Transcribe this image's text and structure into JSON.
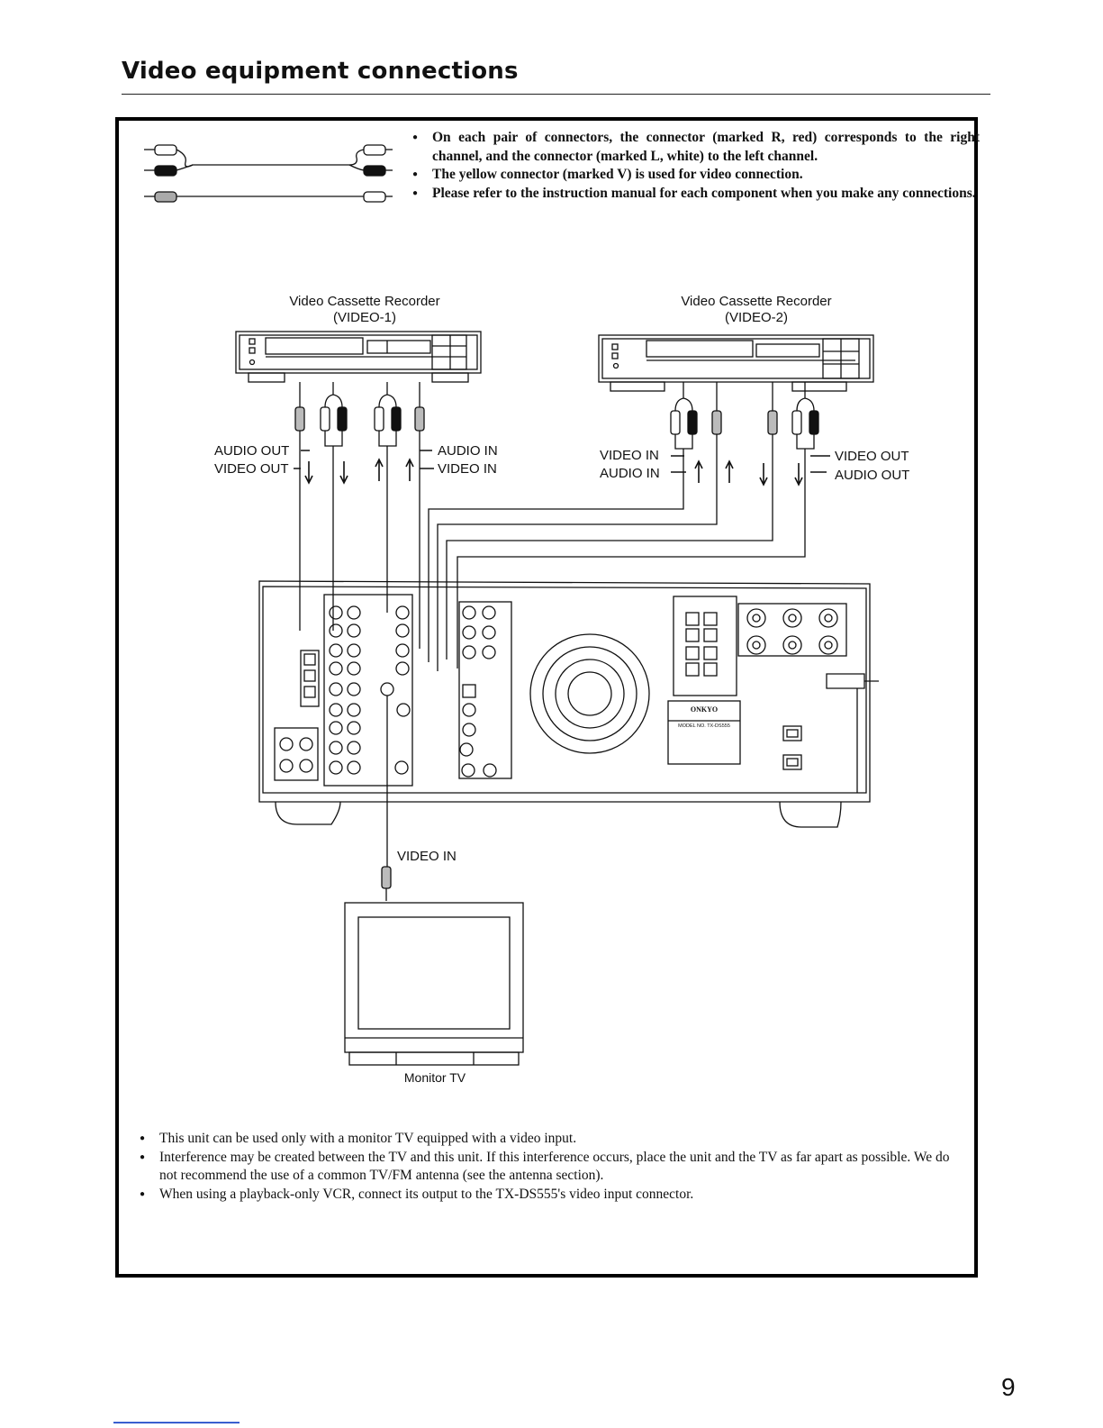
{
  "page": {
    "title": "Video equipment connections",
    "page_number": "9"
  },
  "notes_top": [
    "On each pair of connectors, the connector (marked R, red) corresponds to the right channel, and the connector (marked L, white) to the left channel.",
    "The yellow connector (marked V) is used for video connection.",
    "Please refer to the instruction manual for each component when you make any connections."
  ],
  "diagram": {
    "vcr1": {
      "name": "Video Cassette Recorder",
      "sub": "(VIDEO-1)"
    },
    "vcr2": {
      "name": "Video Cassette Recorder",
      "sub": "(VIDEO-2)"
    },
    "vcr1_labels": {
      "audio_out": "AUDIO OUT",
      "video_out": "VIDEO OUT",
      "audio_in": "AUDIO IN",
      "video_in": "VIDEO IN"
    },
    "vcr2_labels": {
      "video_in": "VIDEO IN",
      "audio_in": "AUDIO IN",
      "video_out": "VIDEO OUT",
      "audio_out": "AUDIO OUT"
    },
    "tv_video_in": "VIDEO IN",
    "tv_name": "Monitor TV",
    "brand": "ONKYO",
    "model": "MODEL NO. TX-DS555"
  },
  "notes_bottom": [
    "This unit can be used only with a monitor TV equipped with a video input.",
    "Interference may be created between the TV and this unit. If this interference occurs, place the unit and the TV as far apart as possible. We do not recommend the use of a common TV/FM antenna (see the antenna section).",
    "When using a playback-only VCR, connect its output to the TX-DS555's video input connector."
  ]
}
